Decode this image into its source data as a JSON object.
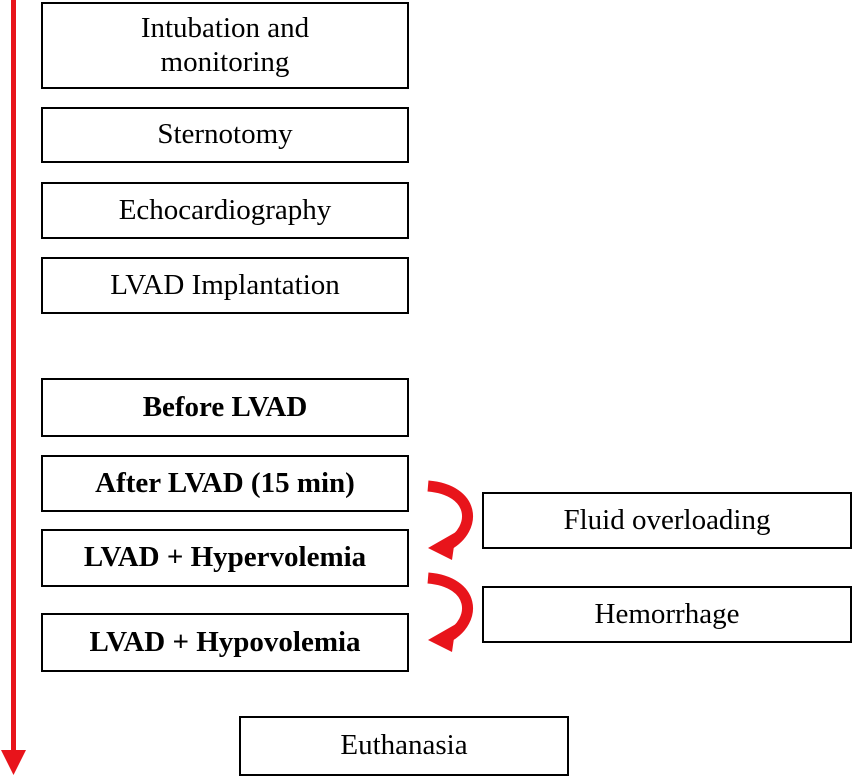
{
  "steps": {
    "intubation": "Intubation and monitoring",
    "sternotomy": "Sternotomy",
    "echocardiography": "Echocardiography",
    "lvad_implantation": "LVAD Implantation",
    "before_lvad": "Before LVAD",
    "after_lvad": "After LVAD (15 min)",
    "hypervolemia": "LVAD + Hypervolemia",
    "hypovolemia": "LVAD + Hypovolemia",
    "euthanasia": "Euthanasia"
  },
  "interventions": {
    "fluid_overloading": "Fluid overloading",
    "hemorrhage": "Hemorrhage"
  },
  "colors": {
    "arrow": "#e8141b",
    "border": "#000000"
  }
}
